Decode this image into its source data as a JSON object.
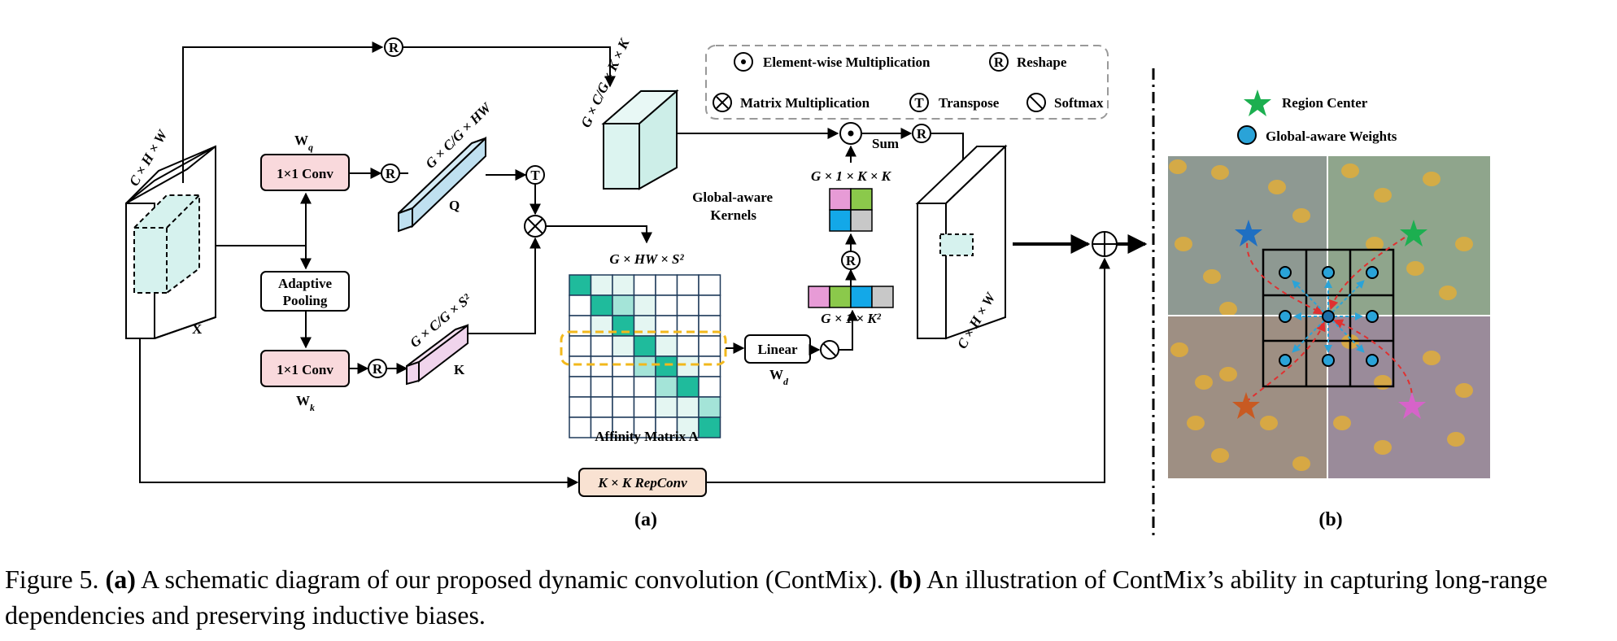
{
  "diagram": {
    "input_label": "X",
    "input_dims": "C × H × W",
    "output_dims": "C × H × W",
    "wq_label": "W",
    "wq_sub": "q",
    "wk_label": "W",
    "wk_sub": "k",
    "conv_q": "1×1 Conv",
    "conv_k": "1×1 Conv",
    "adaptive_pooling_line1": "Adaptive",
    "adaptive_pooling_line2": "Pooling",
    "q_label": "Q",
    "k_label": "K",
    "q_dims": "G × C/G × HW",
    "k_dims": "G × C/G × S²",
    "v_dims": "G × C/G × K × K",
    "affinity_dims": "G × HW × S²",
    "affinity_label": "Affinity Matrix A",
    "linear_label": "Linear",
    "wd_label": "W",
    "wd_sub": "d",
    "gk2_dims": "G × 1 × K²",
    "gkk_dims": "G × 1 × K × K",
    "global_kernels_line1": "Global-aware",
    "global_kernels_line2": "Kernels",
    "sum_label": "Sum",
    "repconv_label": "K × K RepConv",
    "panel_a": "(a)",
    "panel_b": "(b)",
    "op_reshape": "R",
    "op_transpose": "T"
  },
  "legend": {
    "elementwise": "Element-wise Multiplication",
    "reshape": "Reshape",
    "matmul": "Matrix Multiplication",
    "transpose": "Transpose",
    "softmax": "Softmax"
  },
  "panel_b_legend": {
    "region_center": "Region Center",
    "global_weights": "Global-aware Weights"
  },
  "caption": {
    "figure_label": "Figure 5.",
    "a_tag": "(a)",
    "a_text": " A schematic diagram of our proposed dynamic convolution (ContMix). ",
    "b_tag": "(b)",
    "b_text": " An illustration of ContMix’s ability in capturing long-range dependencies and preserving inductive biases."
  },
  "colors": {
    "conv_fill": "#f9d9dc",
    "pool_fill": "#ffffff",
    "q_fill": "#bfe0f0",
    "k_fill": "#f0d4ec",
    "v_fill": "#dcf4f0",
    "affinity_dark": "#1fbb9c",
    "affinity_mid": "#a4e4d8",
    "affinity_light": "#e4f6f2",
    "repconv_fill": "#f9e2d2",
    "highlight": "#f2b81c",
    "k_pink": "#e79bd6",
    "k_green": "#8bc94b",
    "k_blue": "#13a8e8",
    "k_gray": "#c8c8c8",
    "star_green": "#1caf50",
    "star_blue": "#1f6fc2",
    "star_orange": "#c85a22",
    "star_pink": "#d663c9",
    "dot_blue": "#2aa3d8",
    "arrow_red": "#e03030"
  }
}
